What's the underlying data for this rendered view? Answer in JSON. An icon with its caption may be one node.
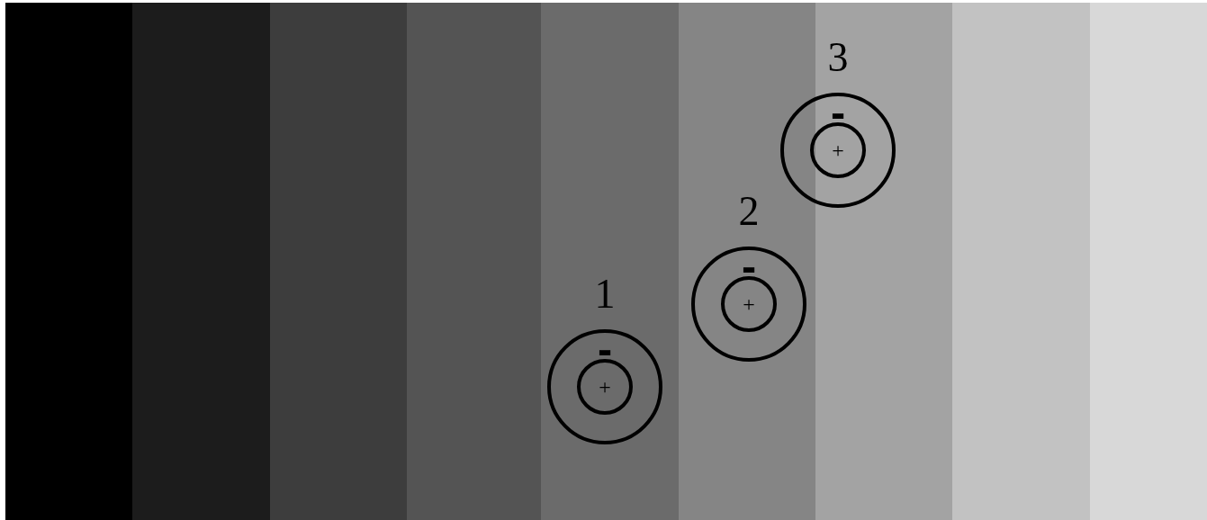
{
  "diagram": {
    "nodes": [
      {
        "text": [
          "-"
        ],
        "beside": [
          "1"
        ]
      },
      {
        "text": [
          "+"
        ],
        "in": 0
      },
      {
        "text": [
          "-"
        ],
        "beside": [
          "2"
        ]
      },
      {
        "text": [
          "+"
        ],
        "in": 2
      },
      {
        "text": [
          "-"
        ],
        "beside": [
          "3"
        ]
      },
      {
        "text": [
          "+"
        ],
        "in": 4
      }
    ]
  }
}
